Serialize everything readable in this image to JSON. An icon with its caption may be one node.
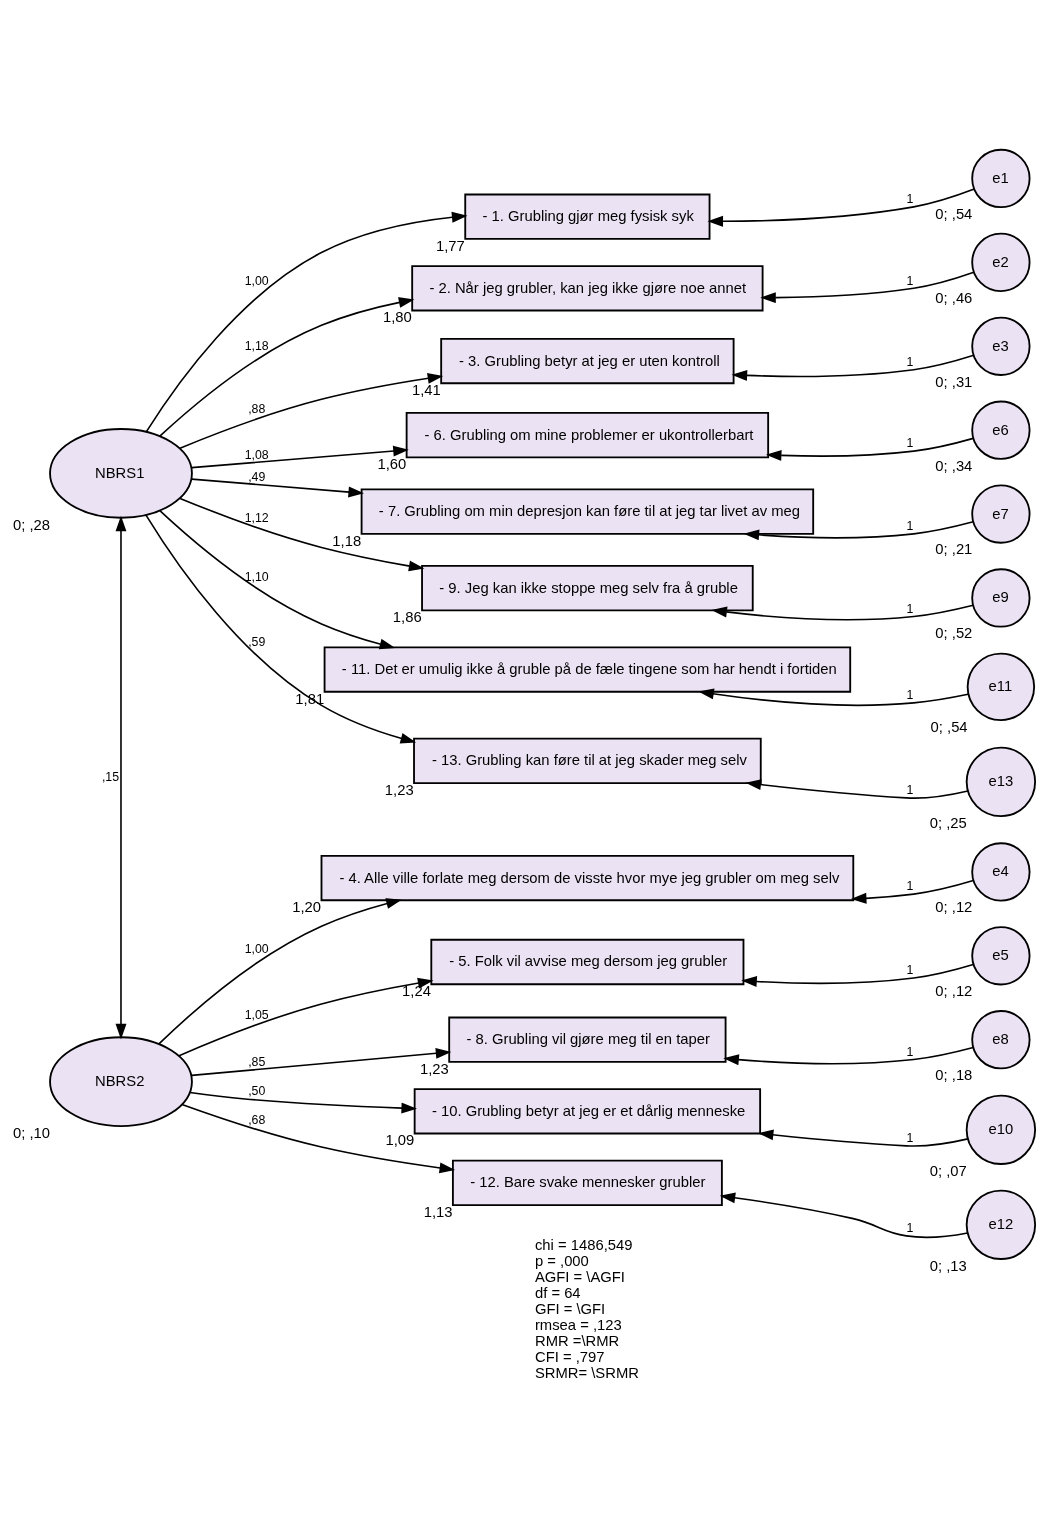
{
  "diagram": {
    "nodes": [
      {
        "text": [
          "NBRS1"
        ],
        "beside": [
          "0; ,28"
        ]
      },
      {
        "text": [
          "- 1. Grubling gjør meg fysisk syk"
        ],
        "beside": [
          "1,77"
        ]
      },
      {
        "text": [
          "e1"
        ],
        "beside": [
          "0; ,54"
        ]
      },
      {
        "text": [
          "- 2. Når jeg grubler, kan jeg ikke gjøre noe annet"
        ],
        "beside": [
          "1,80"
        ]
      },
      {
        "text": [
          "e2"
        ],
        "beside": [
          "0; ,46"
        ]
      },
      {
        "text": [
          "- 3. Grubling betyr at jeg er uten kontroll"
        ],
        "beside": [
          "1,41"
        ]
      },
      {
        "text": [
          "e3"
        ],
        "beside": [
          "0; ,31"
        ]
      },
      {
        "text": [
          "- 6. Grubling om mine problemer er ukontrollerbart"
        ],
        "beside": [
          "1,60"
        ]
      },
      {
        "text": [
          "e6"
        ],
        "beside": [
          "0; ,34"
        ]
      },
      {
        "text": [
          "- 7. Grubling om min depresjon kan føre til at jeg tar livet av meg"
        ],
        "beside": [
          "1,18"
        ]
      },
      {
        "text": [
          "e7"
        ],
        "beside": [
          "0; ,21"
        ]
      },
      {
        "text": [
          "- 9. Jeg kan ikke stoppe meg selv fra å gruble"
        ],
        "beside": [
          "1,86"
        ]
      },
      {
        "text": [
          "e9"
        ],
        "beside": [
          "0; ,52"
        ]
      },
      {
        "text": [
          "- 11. Det er umulig ikke å gruble på de fæle tingene som har hendt i fortiden"
        ],
        "beside": [
          "1,81"
        ]
      },
      {
        "text": [
          "e11"
        ],
        "beside": [
          "0; ,54"
        ]
      },
      {
        "text": [
          "- 13. Grubling kan føre til at jeg skader meg selv"
        ],
        "beside": [
          "1,23"
        ]
      },
      {
        "text": [
          "e13"
        ],
        "beside": [
          "0; ,25"
        ]
      },
      {
        "text": [
          "NBRS2"
        ],
        "beside": [
          "0; ,10"
        ]
      },
      {
        "text": [
          "- 4. Alle ville forlate meg dersom de visste hvor mye jeg grubler om meg selv"
        ],
        "beside": [
          "1,20"
        ]
      },
      {
        "text": [
          "e4"
        ],
        "beside": [
          "0; ,12"
        ]
      },
      {
        "text": [
          "- 5. Folk vil avvise meg dersom jeg grubler"
        ],
        "beside": [
          "1,24"
        ]
      },
      {
        "text": [
          "e5"
        ],
        "beside": [
          "0; ,12"
        ]
      },
      {
        "text": [
          "- 8. Grubling vil gjøre meg til en taper"
        ],
        "beside": [
          "1,23"
        ]
      },
      {
        "text": [
          "e8"
        ],
        "beside": [
          "0; ,18"
        ]
      },
      {
        "text": [
          "- 10. Grubling betyr at jeg er et dårlig menneske"
        ],
        "beside": [
          "1,09"
        ]
      },
      {
        "text": [
          "e10"
        ],
        "beside": [
          "0; ,07"
        ]
      },
      {
        "text": [
          "- 12. Bare svake mennesker grubler"
        ],
        "beside": [
          "1,13"
        ]
      },
      {
        "text": [
          "e12"
        ],
        "beside": [
          "0; ,13"
        ]
      }
    ],
    "edges": [
      {
        "from": 0,
        "to": 1,
        "arrow": "to",
        "label": "1,00"
      },
      {
        "from": 2,
        "to": 1,
        "arrow": "to",
        "label": "1"
      },
      {
        "from": 0,
        "to": 3,
        "arrow": "to",
        "label": "1,18"
      },
      {
        "from": 4,
        "to": 3,
        "arrow": "to",
        "label": "1"
      },
      {
        "from": 0,
        "to": 5,
        "arrow": "to",
        "label": ",88"
      },
      {
        "from": 6,
        "to": 5,
        "arrow": "to",
        "label": "1"
      },
      {
        "from": 0,
        "to": 7,
        "arrow": "to",
        "label": "1,08"
      },
      {
        "from": 8,
        "to": 7,
        "arrow": "to",
        "label": "1"
      },
      {
        "from": 0,
        "to": 9,
        "arrow": "to",
        "label": ",49"
      },
      {
        "from": 10,
        "to": 9,
        "arrow": "to",
        "label": "1"
      },
      {
        "from": 0,
        "to": 11,
        "arrow": "to",
        "label": "1,12"
      },
      {
        "from": 12,
        "to": 11,
        "arrow": "to",
        "label": "1"
      },
      {
        "from": 0,
        "to": 13,
        "arrow": "to",
        "label": "1,10"
      },
      {
        "from": 14,
        "to": 13,
        "arrow": "to",
        "label": "1"
      },
      {
        "from": 0,
        "to": 15,
        "arrow": "to",
        "label": ",59"
      },
      {
        "from": 16,
        "to": 15,
        "arrow": "to",
        "label": "1"
      },
      {
        "from": 17,
        "to": 18,
        "arrow": "to",
        "label": "1,00"
      },
      {
        "from": 19,
        "to": 18,
        "arrow": "to",
        "label": "1"
      },
      {
        "from": 17,
        "to": 20,
        "arrow": "to",
        "label": "1,05"
      },
      {
        "from": 21,
        "to": 20,
        "arrow": "to",
        "label": "1"
      },
      {
        "from": 17,
        "to": 22,
        "arrow": "to",
        "label": ",85"
      },
      {
        "from": 23,
        "to": 22,
        "arrow": "to",
        "label": "1"
      },
      {
        "from": 17,
        "to": 24,
        "arrow": "to",
        "label": ",50"
      },
      {
        "from": 25,
        "to": 24,
        "arrow": "to",
        "label": "1"
      },
      {
        "from": 17,
        "to": 26,
        "arrow": "to",
        "label": ",68"
      },
      {
        "from": 27,
        "to": 26,
        "arrow": "to",
        "label": "1"
      },
      {
        "from": 0,
        "to": 17,
        "arrow": "both",
        "label": ",15"
      }
    ],
    "labels": [
      "chi = 1486,549",
      "p = ,000",
      "AGFI = \\AGFI",
      "df = 64",
      "GFI = \\GFI",
      "rmsea = ,123",
      "RMR =\\RMR",
      "CFI = ,797",
      "SRMR= \\SRMR"
    ]
  }
}
